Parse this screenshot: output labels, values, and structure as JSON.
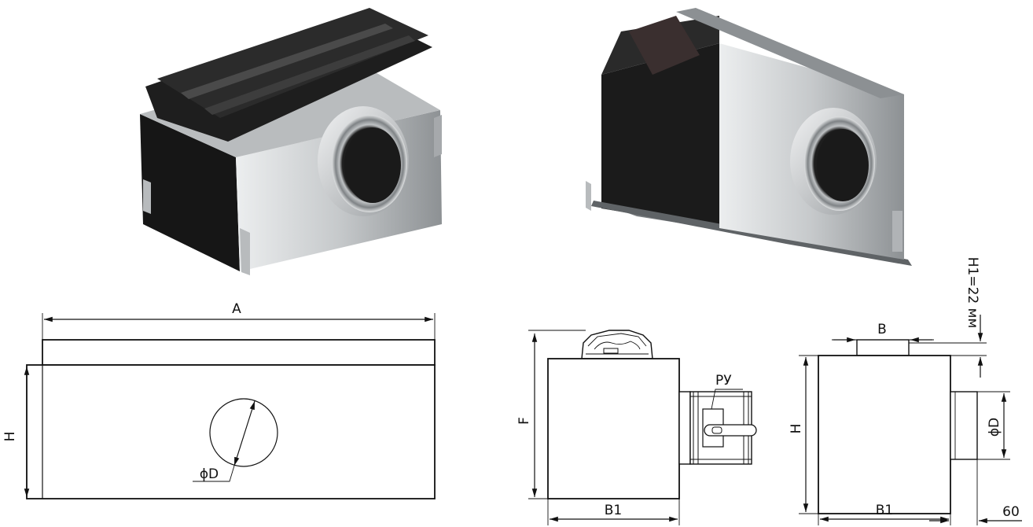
{
  "labels": {
    "front_width": "A",
    "front_height": "H",
    "front_diameter": "ϕD",
    "side_height": "F",
    "side_width": "B1",
    "damper": "РУ",
    "end_slot_width": "B",
    "end_height": "H",
    "end_width": "B1",
    "end_diameter": "ϕD",
    "end_collar": "60",
    "end_slot_height": "H1=22 мм"
  },
  "colors": {
    "line": "#111111",
    "steel_light": "#d9dbdd",
    "steel_dark": "#8e9295",
    "black_plastic": "#1c1c1c"
  }
}
